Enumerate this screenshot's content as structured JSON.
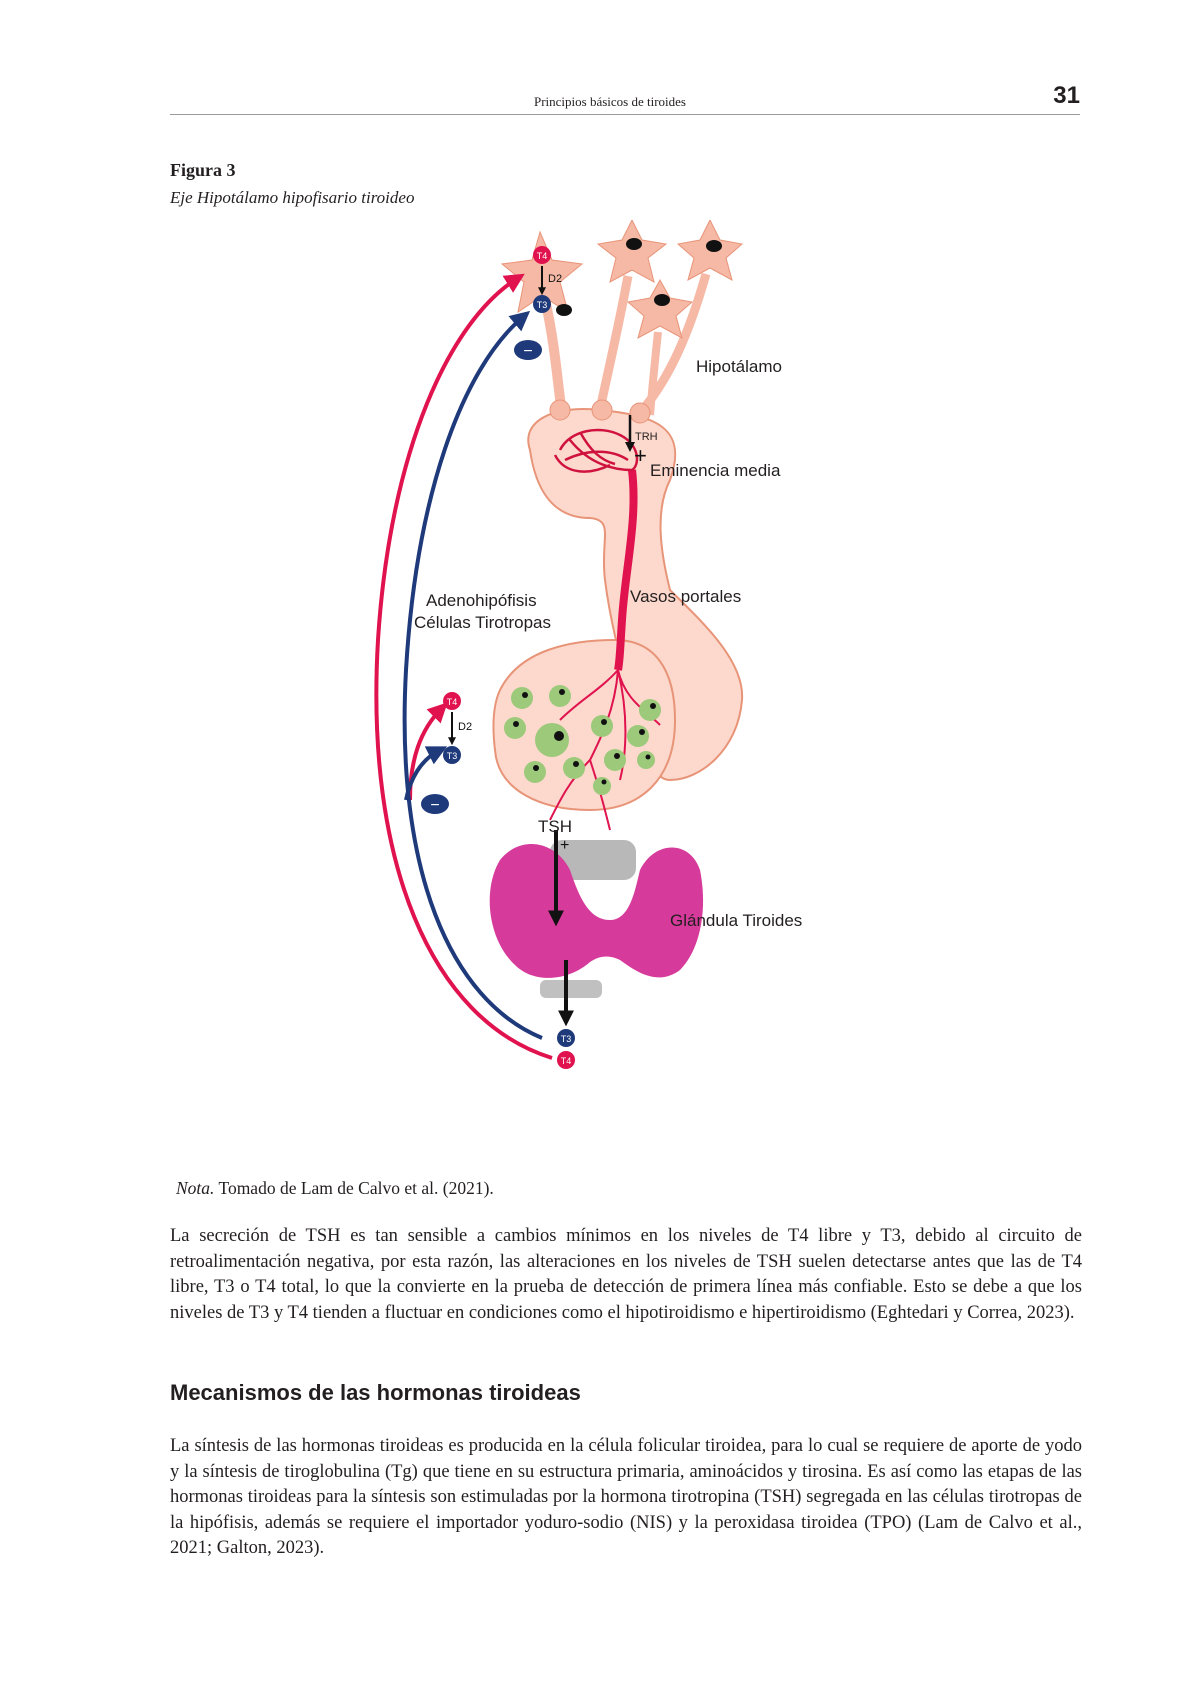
{
  "header": {
    "running_title": "Principios básicos de tiroides",
    "page_number": "31"
  },
  "figure": {
    "label": "Figura 3",
    "caption": "Eje Hipotálamo hipofisario tiroideo",
    "labels": {
      "hipotalamo": "Hipotálamo",
      "trh": "TRH",
      "eminencia": "Eminencia media",
      "adeno_1": "Adenohipófisis",
      "adeno_2": "Células Tirotropas",
      "vasos": "Vasos portales",
      "tsh": "TSH",
      "tiroides": "Glándula Tiroides",
      "t4": "T4",
      "t3": "T3",
      "d2": "D2",
      "plus": "+",
      "minus": "−"
    },
    "colors": {
      "t4_red": "#e0134f",
      "t3_blue": "#1f3a7a",
      "neuron": "#f6b9a6",
      "pituitary": "#fcd9cc",
      "thyroid": "#d63a9a",
      "cells": "#9cc97a"
    },
    "note_prefix": "Nota.",
    "note_text": " Tomado de Lam de Calvo et al. (2021)."
  },
  "body": {
    "paragraph_1": "La secreción de TSH es tan sensible a cambios mínimos en los niveles de T4 libre y T3, debido al circuito de retroalimentación negativa, por esta razón, las alteraciones en los niveles de TSH suelen detectarse antes que las de T4 libre, T3 o T4 total, lo que la convierte en la prueba de detección de primera línea más confiable. Esto se debe a que los niveles de T3 y T4 tienden a fluctuar en condiciones como el hipotiroidismo e hipertiroidismo (Eghtedari y Correa, 2023).",
    "heading": "Mecanismos de las hormonas tiroideas",
    "paragraph_2": "La síntesis de las hormonas tiroideas es producida en la célula folicular tiroidea, para lo cual se requiere de aporte de yodo y la síntesis de tiroglobulina (Tg) que tiene en su estructura primaria, aminoácidos y tirosina. Es así como las etapas de las hormonas tiroideas para la síntesis son estimuladas por la hormona tirotropina (TSH) segregada en las células tirotropas de la hipófisis, además se requiere el importador yoduro-sodio (NIS) y la peroxidasa tiroidea (TPO) (Lam de Calvo et al., 2021; Galton, 2023)."
  }
}
